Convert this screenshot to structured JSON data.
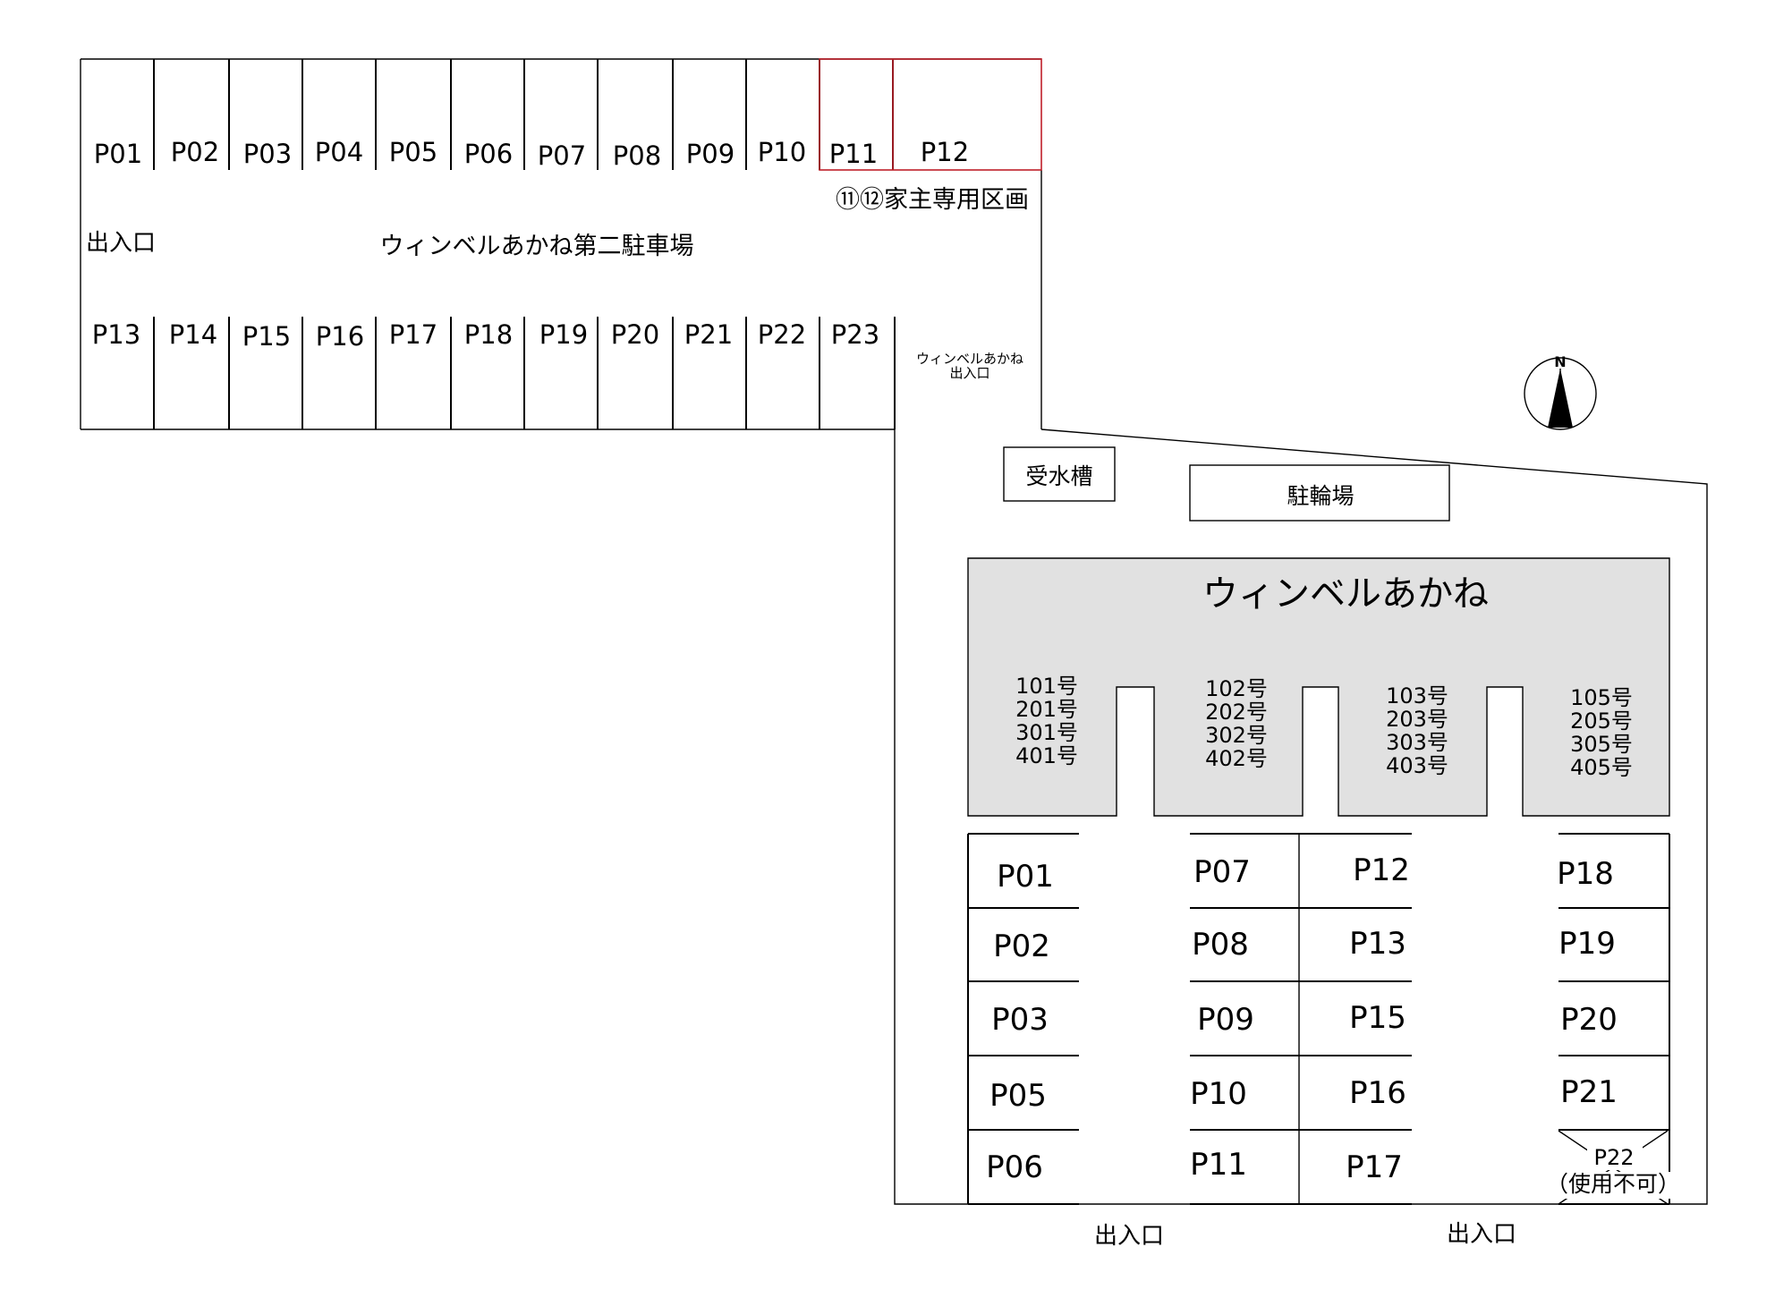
{
  "second_lot": {
    "name": "ウィンベルあかね第二駐車場",
    "entrance": "出入口",
    "landlord_note": "⑪⑫家主専用区画",
    "top_row": [
      "P01",
      "P02",
      "P03",
      "P04",
      "P05",
      "P06",
      "P07",
      "P08",
      "P09",
      "P10",
      "P11",
      "P12"
    ],
    "bottom_row": [
      "P13",
      "P14",
      "P15",
      "P16",
      "P17",
      "P18",
      "P19",
      "P20",
      "P21",
      "P22",
      "P23"
    ],
    "building_entrance_line1": "ウィンベルあかね",
    "building_entrance_line2": "出入口"
  },
  "compass": {
    "label": "N"
  },
  "site": {
    "water_tank": "受水槽",
    "bicycle_parking": "駐輪場",
    "building_name": "ウィンベルあかね",
    "unit_groups": [
      [
        "101号",
        "201号",
        "301号",
        "401号"
      ],
      [
        "102号",
        "202号",
        "302号",
        "402号"
      ],
      [
        "103号",
        "203号",
        "303号",
        "403号"
      ],
      [
        "105号",
        "205号",
        "305号",
        "405号"
      ]
    ],
    "parking_col1": [
      "P01",
      "P02",
      "P03",
      "P05",
      "P06"
    ],
    "parking_col2": [
      "P07",
      "P08",
      "P09",
      "P10",
      "P11"
    ],
    "parking_col3": [
      "P12",
      "P13",
      "P15",
      "P16",
      "P17"
    ],
    "parking_col4": [
      "P18",
      "P19",
      "P20",
      "P21"
    ],
    "p22_label": "P22",
    "p22_note": "（使用不可）",
    "entrance_left": "出入口",
    "entrance_right": "出入口"
  }
}
